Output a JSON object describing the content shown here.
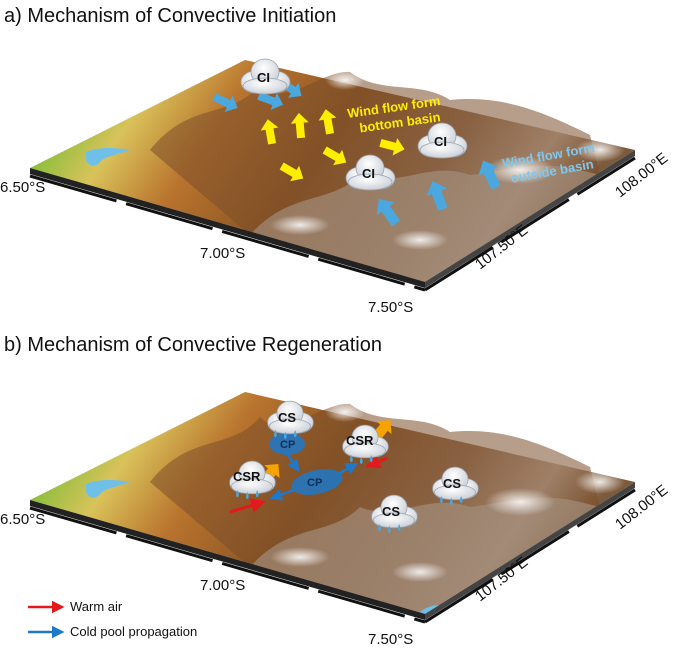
{
  "panel_a": {
    "title": "a) Mechanism of Convective Initiation",
    "cloud_label": "CI",
    "note_yellow_line1": "Wind flow form",
    "note_yellow_line2": "bottom basin",
    "note_blue_line1": "Wind flow form",
    "note_blue_line2": "outside basin",
    "lat_ticks": [
      "6.50°S",
      "7.00°S",
      "7.50°S"
    ],
    "lon_ticks": [
      "107.50°E",
      "108.00°E"
    ]
  },
  "panel_b": {
    "title": "b) Mechanism of Convective Regeneration",
    "label_cs": "CS",
    "label_csr": "CSR",
    "label_cp": "CP",
    "lat_ticks": [
      "6.50°S",
      "7.00°S",
      "7.50°S"
    ],
    "lon_ticks": [
      "107.50°E",
      "108.00°E"
    ]
  },
  "legend": {
    "warm_air": "Warm air",
    "cold_pool": "Cold pool propagation"
  },
  "colors": {
    "warm_air": "#e3191c",
    "cold_pool": "#1f78c8",
    "yellow_arrow": "#ffee00",
    "blue_arrow": "#4aa8df",
    "orange_arrow": "#f5a300",
    "lake": "#6ec0e8"
  }
}
